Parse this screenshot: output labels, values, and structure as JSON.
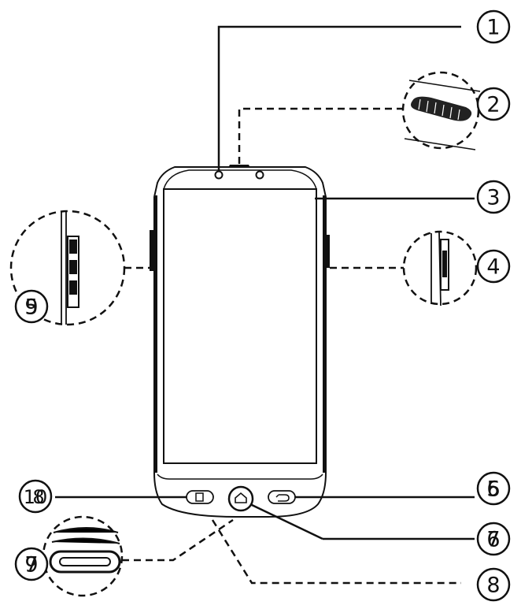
{
  "callouts": {
    "c1": "1",
    "c2": "2",
    "c3": "3",
    "c4": "4",
    "c5": "5",
    "c6": "6",
    "c7": "7",
    "c8": "8",
    "c9": "9",
    "c10": "10",
    "c_left_vol": "5",
    "c_left_vol_ghost": "9",
    "c_back_ghost": "5",
    "c_home_ghost": "6",
    "c_menu_ghost": "8",
    "c_usb_ghost": "7"
  },
  "colors": {
    "stroke": "#111111",
    "speaker_fill": "#222222",
    "background": "#ffffff"
  },
  "icons": [
    "home-icon",
    "back-icon",
    "menu-icon",
    "speaker-grille",
    "front-camera",
    "proximity-sensor"
  ]
}
